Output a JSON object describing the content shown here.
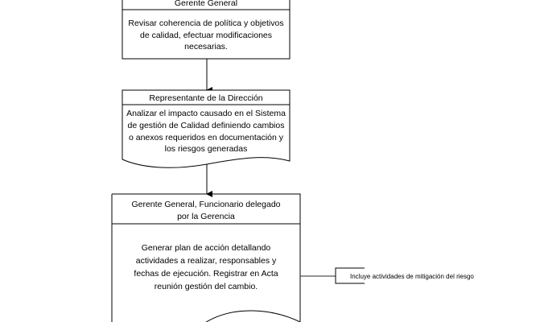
{
  "nodes": [
    {
      "role": "Gerente General",
      "lines": [
        "Revisar coherencia de política y objetivos",
        "de calidad, efectuar modificaciones",
        "necesarias."
      ]
    },
    {
      "role": "Representante de la Dirección",
      "lines": [
        "Analizar el impacto causado en el Sistema",
        "de gestión de Calidad definiendo cambios",
        "o anexos requeridos en documentación y",
        "los riesgos generadas"
      ]
    },
    {
      "role_lines": [
        "Gerente General,  Funcionario delegado",
        "por la Gerencia"
      ],
      "lines": [
        "Generar plan de acción detallando",
        "actividades a realizar, responsables y",
        "fechas de ejecución. Registrar en Acta",
        "reunión gestión del cambio."
      ]
    }
  ],
  "annotation": "Incluye actividades de mitigación del riesgo"
}
